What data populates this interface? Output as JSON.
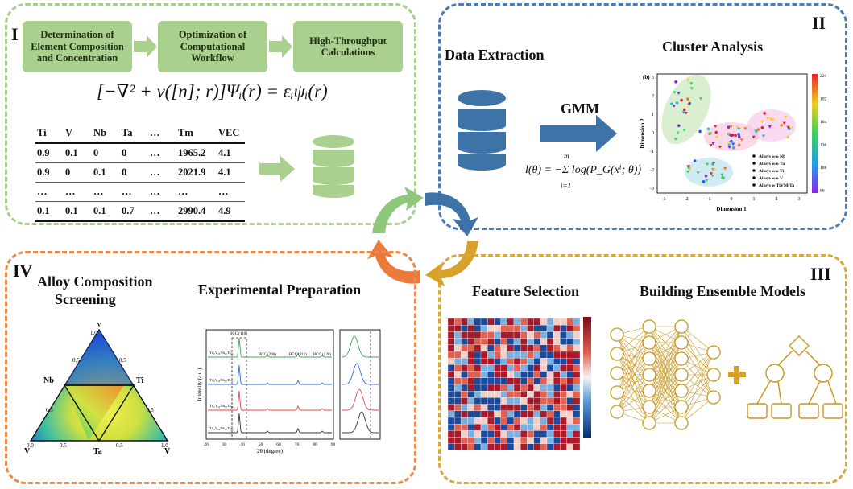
{
  "panel1": {
    "numeral": "I",
    "boxes": [
      "Determination of Element Composition and Concentration",
      "Optimization of Computational Workflow",
      "High-Throughput Calculations"
    ],
    "equation": "[−∇² + v([n]; r)]Ψᵢ(r) = εᵢψᵢ(r)",
    "table": {
      "headers": [
        "Ti",
        "V",
        "Nb",
        "Ta",
        "…",
        "Tm",
        "VEC"
      ],
      "rows": [
        [
          "0.9",
          "0.1",
          "0",
          "0",
          "…",
          "1965.2",
          "4.1"
        ],
        [
          "0.9",
          "0",
          "0.1",
          "0",
          "…",
          "2021.9",
          "4.1"
        ],
        [
          "…",
          "…",
          "…",
          "…",
          "…",
          "…",
          "…"
        ],
        [
          "0.1",
          "0.1",
          "0.1",
          "0.7",
          "…",
          "2990.4",
          "4.9"
        ]
      ]
    }
  },
  "panel2": {
    "numeral": "II",
    "data_extraction": "Data Extraction",
    "gmm": "GMM",
    "cluster_title": "Cluster Analysis",
    "equation": "l(θ) = −Σ log(P_G(xⁱ; θ))",
    "sum_top": "m",
    "sum_bottom": "i=1",
    "plot": {
      "panel_label": "(b)",
      "xlabel": "Dimension 1",
      "ylabel": "Dimension 2",
      "xticks": [
        "-3",
        "-2",
        "-1",
        "0",
        "1",
        "2",
        "3"
      ],
      "yticks": [
        "3",
        "2",
        "1",
        "0",
        "-1",
        "-2",
        "-3"
      ],
      "colorbar_ticks": [
        "220",
        "192",
        "164",
        "136",
        "108",
        "80"
      ],
      "legend": [
        "Alloys w/o Nb",
        "Alloys w/o Ta",
        "Alloys w/o Ti",
        "Alloys w/o V",
        "Alloys w TiVNbTa"
      ]
    }
  },
  "panel3": {
    "numeral": "III",
    "feature_title": "Feature Selection",
    "ensemble_title": "Building Ensemble Models",
    "plus": "+"
  },
  "panel4": {
    "numeral": "IV",
    "screening_title": "Alloy Composition Screening",
    "screening_line1": "Alloy Composition",
    "screening_line2": "Screening",
    "prep_title": "Experimental Preparation",
    "ternary": {
      "top": "V",
      "left": "Nb",
      "right": "Ti",
      "bottom": "Ta",
      "bottom_left": "V",
      "bottom_right": "V",
      "ticks": [
        "0.0",
        "0.5",
        "1.0"
      ]
    },
    "xrd": {
      "ylabel": "Intensity (a.u.)",
      "xlabel": "2θ (degree)",
      "peaks": [
        "BCC (110)",
        "BCC (200)",
        "BCC (211)",
        "BCC (220)"
      ],
      "xticks": [
        "20",
        "30",
        "40",
        "50",
        "60",
        "70",
        "80",
        "90"
      ],
      "samples": [
        "Ti₂₅V₂₅Nb₂₅Ta₂₅",
        "Ti₃₅V₂₅Nb₂₅Ta₁₅",
        "Ti₁₅V₂₅Nb₃₅Ta₂₅",
        "Ti₁₀V₃₀Nb₄₀Ta₂₀"
      ]
    }
  },
  "colors": {
    "green": "#a9d08e",
    "blue": "#3e73a8",
    "gold": "#d8a12a",
    "orange": "#ec7a3a",
    "line_green": "#3fa75a",
    "line_blue": "#2f6fd6",
    "line_red": "#e44646",
    "line_black": "#333333"
  }
}
